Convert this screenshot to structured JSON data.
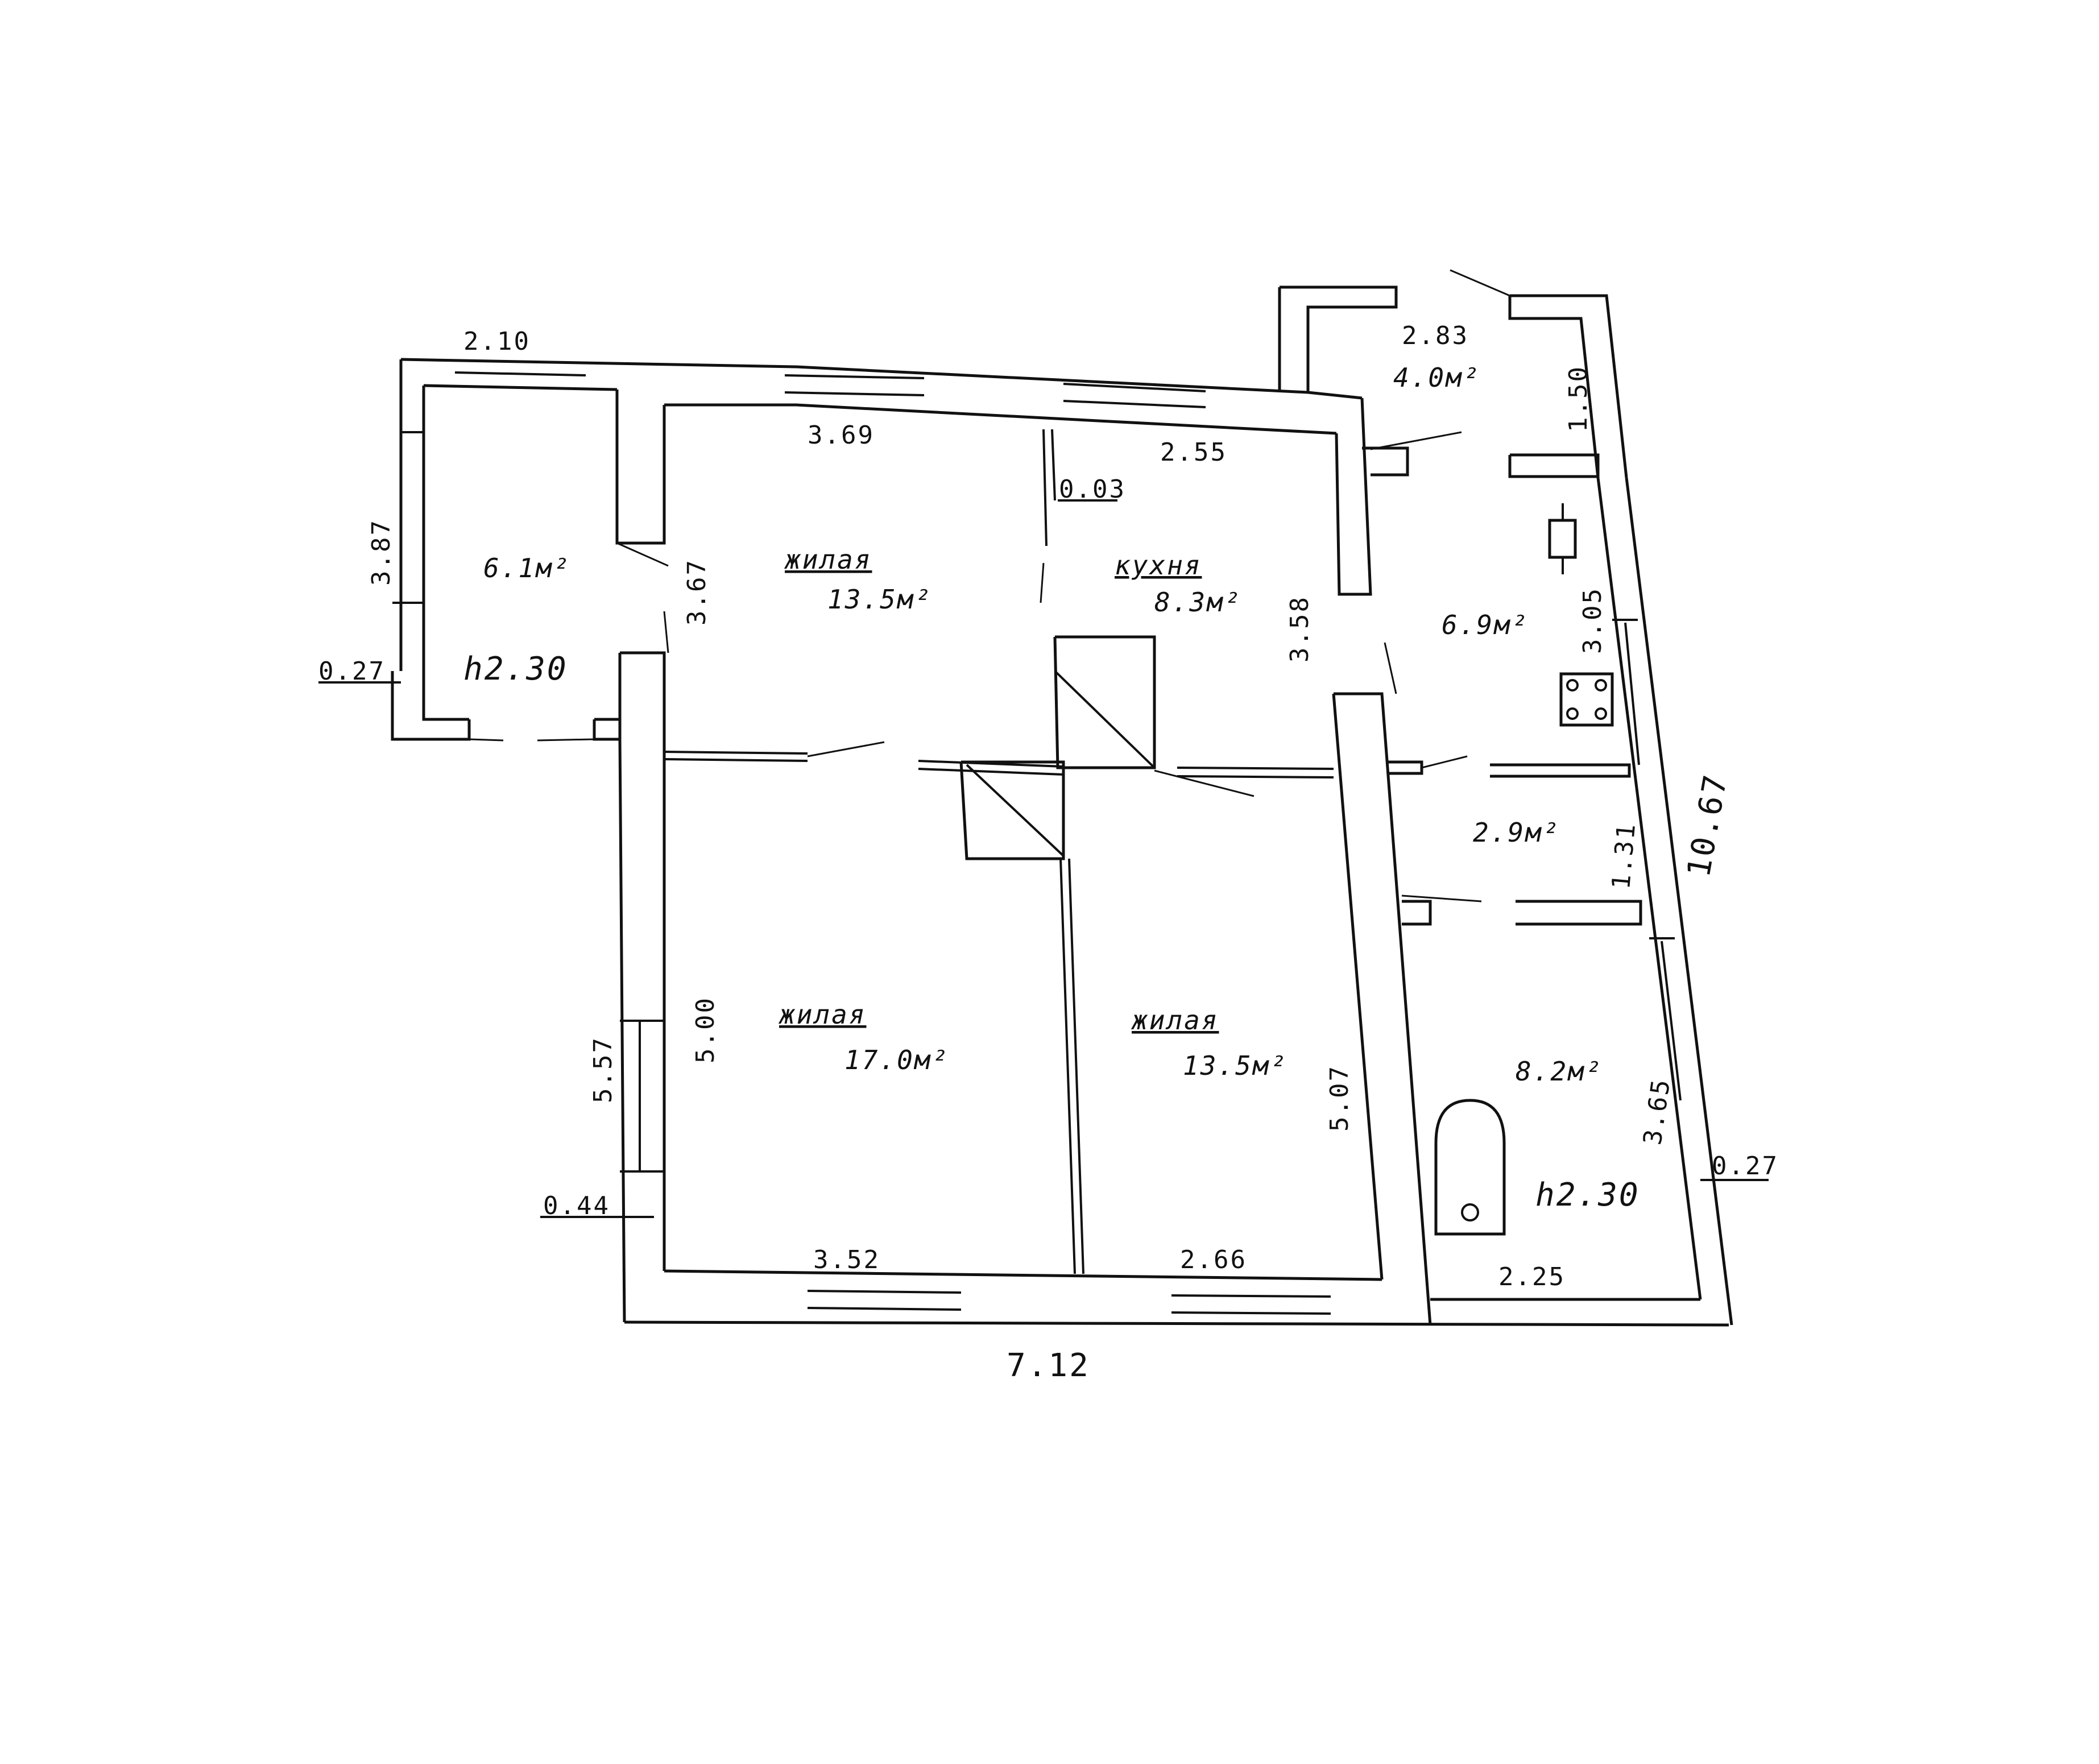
{
  "rooms": {
    "corner_room": {
      "area": "6.1м²",
      "height": "h2.30"
    },
    "living_top": {
      "name": "жилая",
      "area": "13.5м²"
    },
    "kitchen": {
      "name": "кухня",
      "area": "8.3м²"
    },
    "porch": {
      "area": "4.0м²"
    },
    "hall": {
      "area": "6.9м²"
    },
    "small_room": {
      "area": "2.9м²"
    },
    "bath": {
      "area": "8.2м²",
      "height": "h2.30"
    },
    "living_large": {
      "name": "жилая",
      "area": "17.0м²"
    },
    "living_right": {
      "name": "жилая",
      "area": "13.5м²"
    }
  },
  "dims": {
    "d_2_10": "2.10",
    "d_3_87": "3.87",
    "d_0_27_left": "0.27",
    "d_3_69": "3.69",
    "d_2_55": "2.55",
    "d_0_03": "0.03",
    "d_3_67": "3.67",
    "d_3_58": "3.58",
    "d_2_83": "2.83",
    "d_1_50": "1.50",
    "d_3_05": "3.05",
    "d_10_67": "10.67",
    "d_1_31": "1.31",
    "d_3_65": "3.65",
    "d_0_27_right": "0.27",
    "d_5_00": "5.00",
    "d_5_57": "5.57",
    "d_0_44": "0.44",
    "d_5_07": "5.07",
    "d_3_52": "3.52",
    "d_2_66": "2.66",
    "d_2_25": "2.25",
    "d_7_12": "7.12"
  }
}
